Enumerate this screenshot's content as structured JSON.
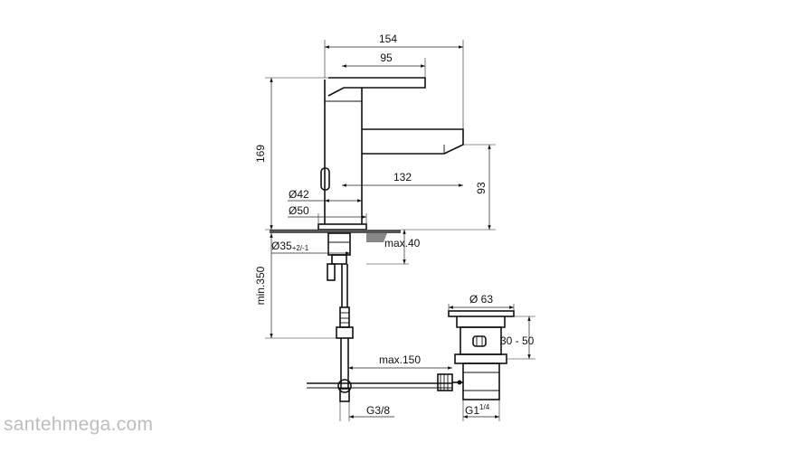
{
  "dimensions": {
    "total_width": "154",
    "lever_length": "95",
    "total_height": "169",
    "spout_reach": "132",
    "spout_height": "93",
    "body_diameter_42": "Ø42",
    "base_diameter_50": "Ø50",
    "hole_diameter": "Ø35",
    "hole_tolerance": "+2/-1",
    "deck_thickness": "max.40",
    "hose_length": "min.350",
    "waste_diameter": "Ø 63",
    "waste_adjust": "30 - 50",
    "rod_length": "max.150",
    "connection_thread": "G3/8",
    "waste_thread_base": "G1",
    "waste_thread_sup": "1/4"
  },
  "watermark": "santehmega.com"
}
